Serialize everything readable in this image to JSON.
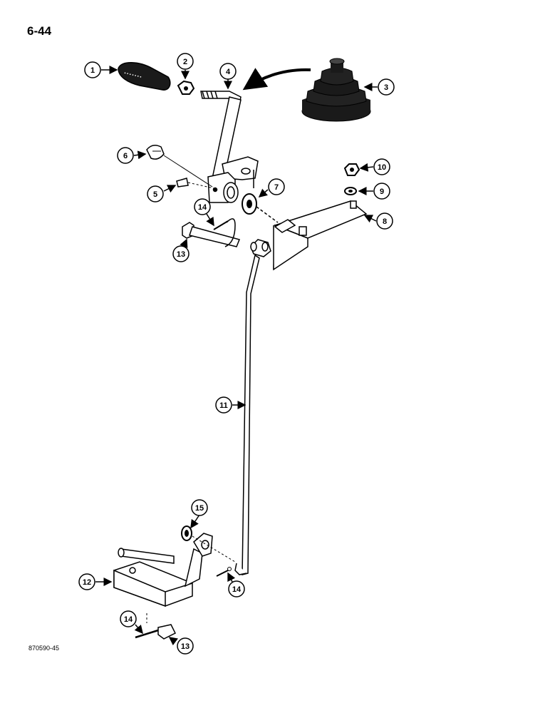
{
  "page": {
    "number": "6-44",
    "figure_code": "870590-45"
  },
  "callouts": [
    {
      "id": "c1",
      "label": "1"
    },
    {
      "id": "c2",
      "label": "2"
    },
    {
      "id": "c3",
      "label": "3"
    },
    {
      "id": "c4",
      "label": "4"
    },
    {
      "id": "c5",
      "label": "5"
    },
    {
      "id": "c6",
      "label": "6"
    },
    {
      "id": "c7",
      "label": "7"
    },
    {
      "id": "c8",
      "label": "8"
    },
    {
      "id": "c9",
      "label": "9"
    },
    {
      "id": "c10",
      "label": "10"
    },
    {
      "id": "c11",
      "label": "11"
    },
    {
      "id": "c12",
      "label": "12"
    },
    {
      "id": "c13a",
      "label": "13"
    },
    {
      "id": "c13b",
      "label": "13"
    },
    {
      "id": "c14a",
      "label": "14"
    },
    {
      "id": "c14b",
      "label": "14"
    },
    {
      "id": "c14c",
      "label": "14"
    },
    {
      "id": "c15",
      "label": "15"
    }
  ],
  "colors": {
    "ink": "#000000",
    "paper": "#ffffff",
    "part_fill": "#1a1a1a"
  }
}
